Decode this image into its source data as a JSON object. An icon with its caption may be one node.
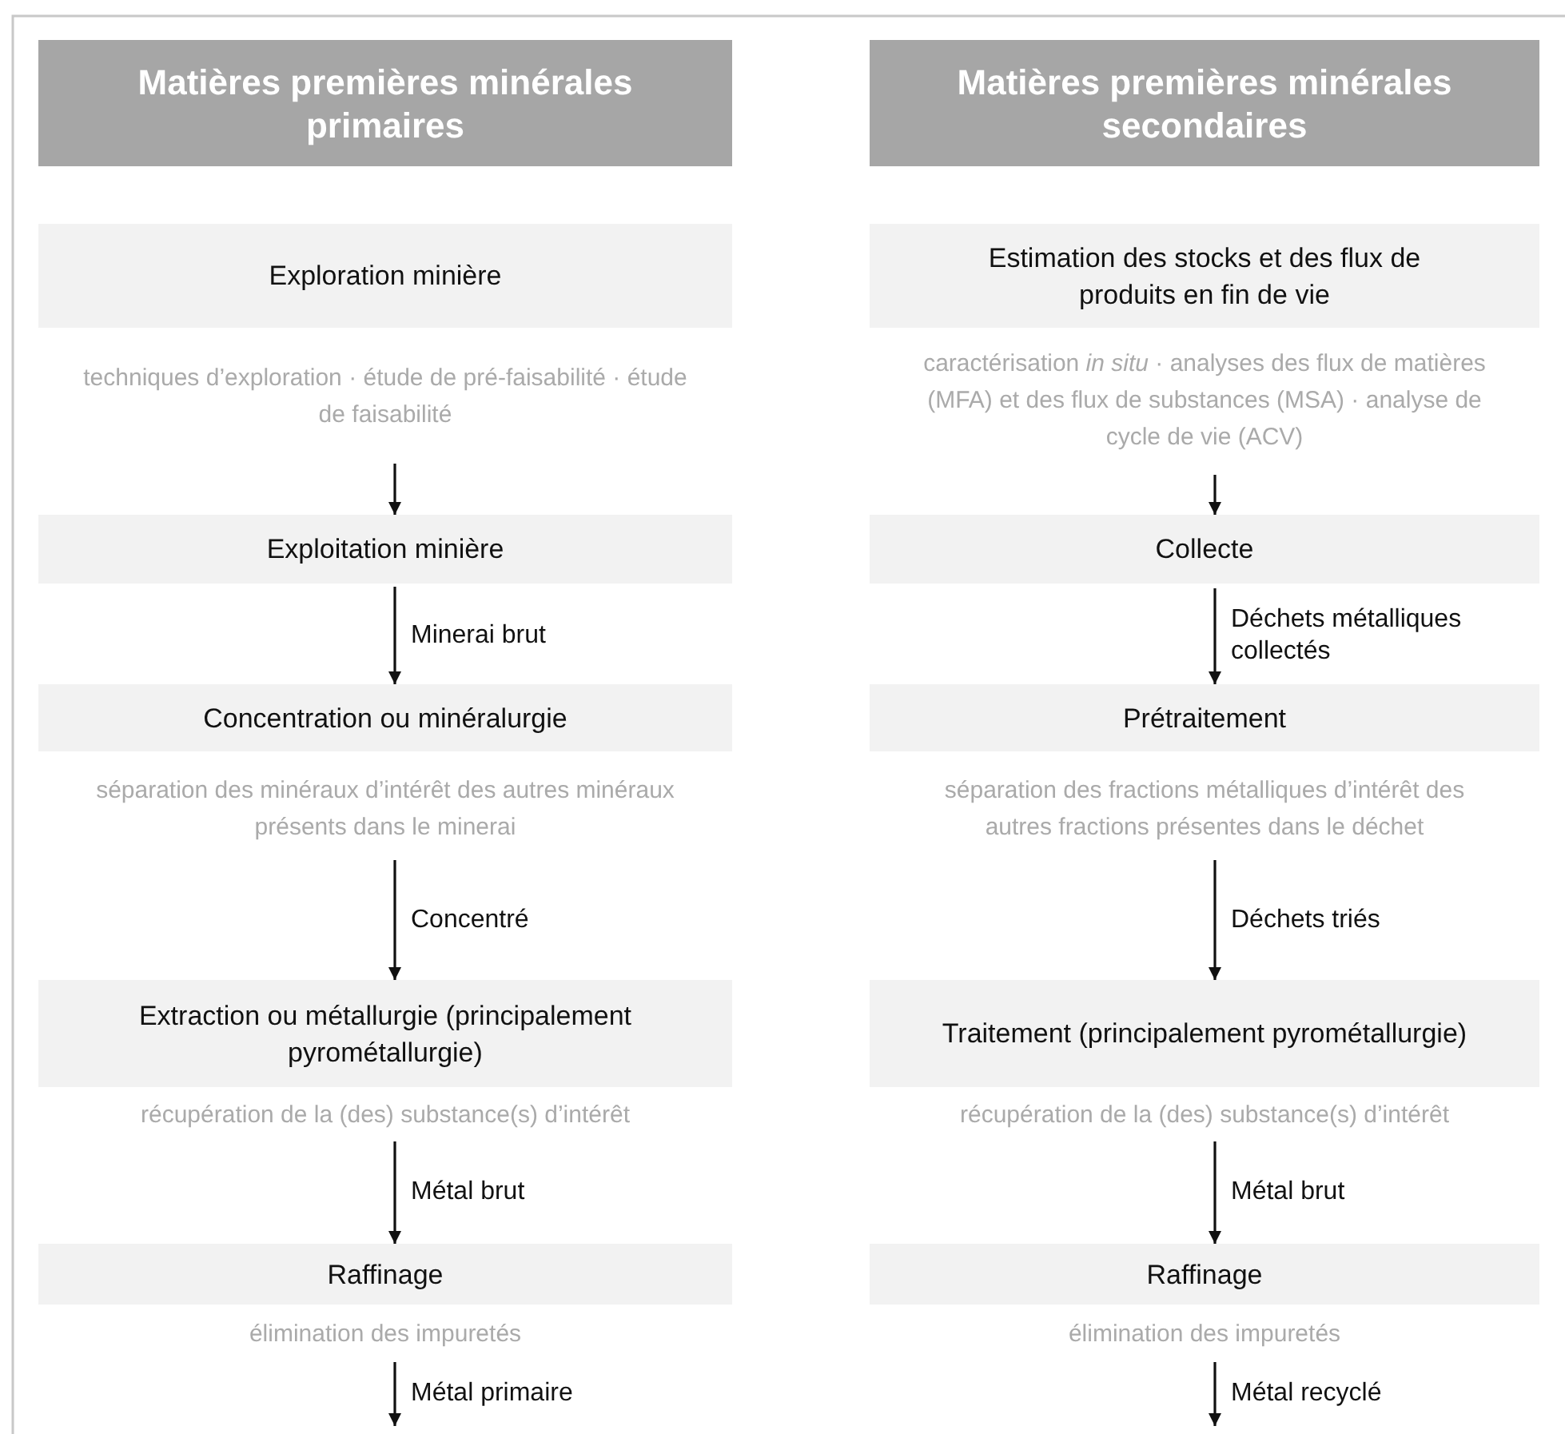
{
  "diagram": {
    "nodes": [
      {
        "text": [
          "Matières premières minérales primaires"
        ]
      },
      {
        "text": [
          "Exploration minière"
        ],
        "beside": [
          "techniques d’exploration · étude de pré-faisabilité · étude de faisabilité"
        ]
      },
      {
        "text": [
          "Exploitation minière"
        ]
      },
      {
        "text": [
          "Concentration ou minéralurgie"
        ],
        "beside": [
          "séparation des minéraux d’intérêt des autres minéraux présents dans le minerai"
        ]
      },
      {
        "text": [
          "Extraction ou métallurgie (principalement pyrométallurgie)"
        ],
        "beside": [
          "récupération de la (des) substance(s) d’intérêt"
        ]
      },
      {
        "text": [
          "Raffinage"
        ],
        "beside": [
          "élimination des impuretés"
        ]
      },
      {
        "text": [
          "Matières premières minérales secondaires"
        ]
      },
      {
        "text": [
          "Estimation des stocks et des flux de produits en fin de vie"
        ],
        "beside": [
          "caractérisation *in situ* · analyses des flux de matières (MFA) et des flux de substances (MSA) · analyse de cycle de vie (ACV)"
        ]
      },
      {
        "text": [
          "Collecte"
        ]
      },
      {
        "text": [
          "Prétraitement"
        ],
        "beside": [
          "séparation des fractions métalliques d’intérêt des autres fractions présentes dans le déchet"
        ]
      },
      {
        "text": [
          "Traitement (principalement pyrométallurgie)"
        ],
        "beside": [
          "récupération de la (des) substance(s) d’intérêt"
        ]
      },
      {
        "text": [
          "Raffinage"
        ],
        "beside": [
          "élimination des impuretés"
        ]
      }
    ],
    "edges": [
      {
        "from": 1,
        "to": 2,
        "arrow": "to"
      },
      {
        "from": 2,
        "to": 3,
        "arrow": "to",
        "label": "Minerai brut"
      },
      {
        "from": 3,
        "to": 4,
        "arrow": "to",
        "label": "Concentré"
      },
      {
        "from": 4,
        "to": 5,
        "arrow": "to",
        "label": "Métal brut"
      },
      {
        "from": 5,
        "to": null,
        "arrow": "to",
        "label": "Métal primaire"
      },
      {
        "from": 7,
        "to": 8,
        "arrow": "to"
      },
      {
        "from": 8,
        "to": 9,
        "arrow": "to",
        "label": "Déchets métalliques collectés"
      },
      {
        "from": 9,
        "to": 10,
        "arrow": "to",
        "label": "Déchets triés"
      },
      {
        "from": 10,
        "to": 11,
        "arrow": "to",
        "label": "Métal brut"
      },
      {
        "from": 11,
        "to": null,
        "arrow": "to",
        "label": "Métal recyclé"
      }
    ]
  }
}
